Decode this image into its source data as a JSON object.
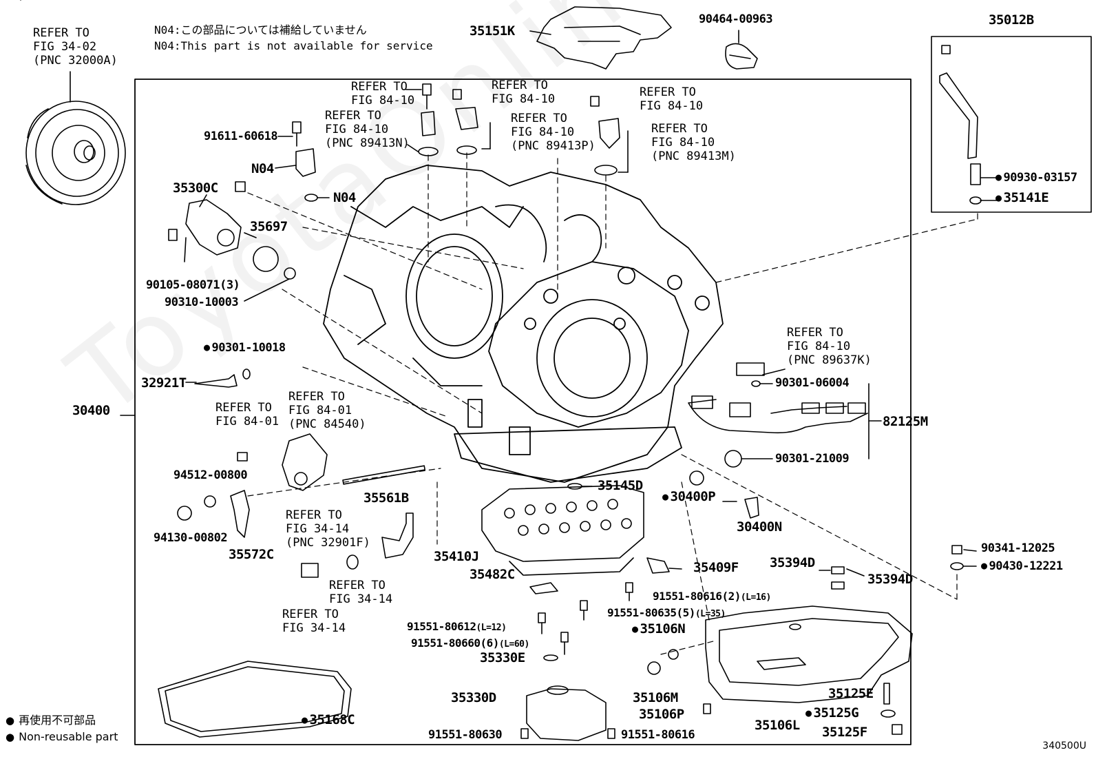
{
  "notes": {
    "jp": "N04:この部品については補給していません",
    "en": "N04:This part is not available for service"
  },
  "watermark": "ToyotaOnline.ru",
  "legend": {
    "jp": "再使用不可部品",
    "en": "Non-reusable part",
    "bullet": "●"
  },
  "diagram_code": "340500U",
  "refs": {
    "fig3402": "REFER TO\nFIG 34-02\n(PNC 32000A)",
    "fig8410_a": "REFER TO\nFIG 84-10",
    "fig8410_b": "REFER TO\nFIG 84-10",
    "fig8410_n": "REFER TO\nFIG 84-10\n(PNC 89413N)",
    "fig8410_p": "REFER TO\nFIG 84-10\n(PNC 89413P)",
    "fig8410_c": "REFER TO\nFIG 84-10",
    "fig8410_m": "REFER TO\nFIG 84-10\n(PNC 89413M)",
    "fig8410_k": "REFER TO\nFIG 84-10\n(PNC 89637K)",
    "fig8401_a": "REFER TO\nFIG 84-01",
    "fig8401_b": "REFER TO\nFIG 84-01\n(PNC 84540)",
    "fig3414_f": "REFER TO\nFIG 34-14\n(PNC 32901F)",
    "fig3414_a": "REFER TO\nFIG 34-14",
    "fig3414_b": "REFER TO\nFIG 34-14"
  },
  "parts": {
    "p35151K": "35151K",
    "p90464_00963": "90464-00963",
    "p35012B": "35012B",
    "p91611_60618": "91611-60618",
    "pN04a": "N04",
    "pN04b": "N04",
    "p35300C": "35300C",
    "p35697": "35697",
    "p90105_08071": "90105-08071(3)",
    "p90310_10003": "90310-10003",
    "p90930_03157": "90930-03157",
    "p35141E": "35141E",
    "p90301_10018": "90301-10018",
    "p32921T": "32921T",
    "p30400": "30400",
    "p90301_06004": "90301-06004",
    "p82125M": "82125M",
    "p90301_21009": "90301-21009",
    "p94512_00800": "94512-00800",
    "p94130_00802": "94130-00802",
    "p35572C": "35572C",
    "p35561B": "35561B",
    "p35145D": "35145D",
    "p30400P": "30400P",
    "p30400N": "30400N",
    "p35410J": "35410J",
    "p35482C": "35482C",
    "p35409F": "35409F",
    "p35394Da": "35394D",
    "p35394Db": "35394D",
    "p90341_12025": "90341-12025",
    "p90430_12221": "90430-12221",
    "b91551_80616_2": "91551-80616(2)",
    "l91551_80616_2": "(L=16)",
    "b91551_80635_5": "91551-80635(5)",
    "l91551_80635_5": "(L=35)",
    "b91551_80612": "91551-80612",
    "l91551_80612": "(L=12)",
    "b91551_80660_6": "91551-80660(6)",
    "l91551_80660_6": "(L=60)",
    "p35330E": "35330E",
    "p35106N": "35106N",
    "p35106M": "35106M",
    "p35106P": "35106P",
    "p35106L": "35106L",
    "p35125E": "35125E",
    "p35125G": "35125G",
    "p35125F": "35125F",
    "p35330D": "35330D",
    "p35168C": "35168C",
    "p91551_80630": "91551-80630",
    "p91551_80616": "91551-80616"
  }
}
